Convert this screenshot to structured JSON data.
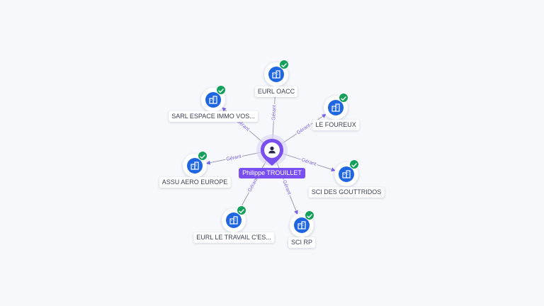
{
  "center": {
    "name": "Philippe TROUILLET",
    "icon": "person-icon",
    "color": "#7a4ff0"
  },
  "relation_label": "Gérant",
  "companies": [
    {
      "name": "EURL OACC",
      "icon": "company-icon",
      "verified": true
    },
    {
      "name": "LE FOUREUX",
      "icon": "company-icon",
      "verified": true
    },
    {
      "name": "SCI DES GOUTTRIDOS",
      "icon": "company-icon",
      "verified": true
    },
    {
      "name": "SCI RP",
      "icon": "company-icon",
      "verified": true
    },
    {
      "name": "EURL LE TRAVAIL C'ES...",
      "icon": "company-icon",
      "verified": true
    },
    {
      "name": "ASSU AERO EUROPE",
      "icon": "company-icon",
      "verified": true
    },
    {
      "name": "SARL ESPACE IMMO VOS...",
      "icon": "company-icon",
      "verified": true
    }
  ],
  "colors": {
    "company_blue": "#1f66e0",
    "verified_green": "#14a05a",
    "edge": "#9aa0b4",
    "edge_label": "#7a66e6"
  }
}
